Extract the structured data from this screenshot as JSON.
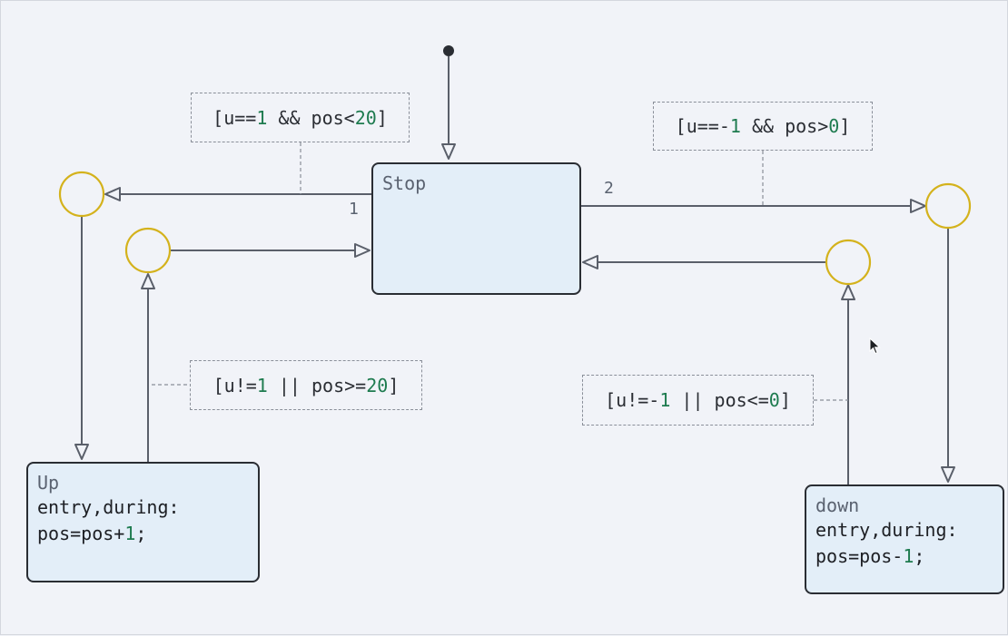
{
  "states": {
    "stop": {
      "name": "Stop"
    },
    "up": {
      "name": "Up",
      "action_line1": "entry,during:",
      "action_prefix": "pos=pos+",
      "action_num": "1",
      "action_suffix": ";"
    },
    "down": {
      "name": "down",
      "action_line1": "entry,during:",
      "action_prefix": "pos=pos-",
      "action_num": "1",
      "action_suffix": ";"
    }
  },
  "guards": {
    "up_enter": {
      "open": "[u==",
      "n1": "1",
      "mid": " && pos<",
      "n2": "20",
      "close": "]"
    },
    "down_enter": {
      "open": "[u==-",
      "n1": "1",
      "mid": " && pos>",
      "n2": "0",
      "close": "]"
    },
    "up_exit": {
      "open": "[u!=",
      "n1": "1",
      "mid": " || pos>=",
      "n2": "20",
      "close": "]"
    },
    "down_exit": {
      "open": "[u!=-",
      "n1": "1",
      "mid": " || pos<=",
      "n2": "0",
      "close": "]"
    }
  },
  "transition_orders": {
    "first": "1",
    "second": "2"
  },
  "colors": {
    "state_fill": "#e3eef8",
    "junction": "#d4b21c",
    "wire": "#5a5f6a",
    "number": "#1e7b4f"
  },
  "icons": [
    "default-transition-dot",
    "junction-circle",
    "arrow-head",
    "mouse-cursor-icon"
  ]
}
